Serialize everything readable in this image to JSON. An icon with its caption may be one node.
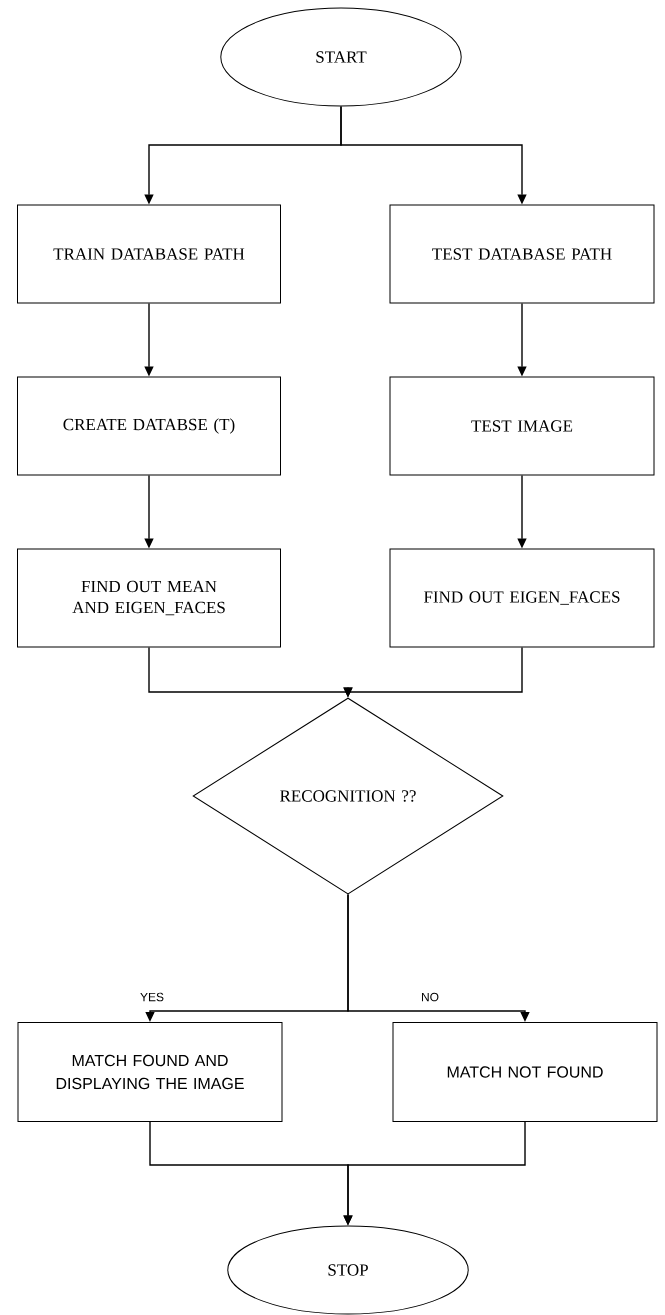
{
  "diagram": {
    "nodes": [
      {
        "text": [
          "START"
        ]
      },
      {
        "text": [
          "TRAIN DATABASE PATH"
        ]
      },
      {
        "text": [
          "TEST DATABASE PATH"
        ]
      },
      {
        "text": [
          "CREATE DATABSE (T)"
        ]
      },
      {
        "text": [
          "TEST IMAGE"
        ]
      },
      {
        "text": [
          "FIND OUT MEAN AND EIGEN_FACES"
        ]
      },
      {
        "text": [
          "FIND OUT EIGEN_FACES"
        ]
      },
      {
        "text": [
          "RECOGNITION ??"
        ]
      },
      {
        "text": [
          "MATCH FOUND AND DISPLAYING THE IMAGE"
        ]
      },
      {
        "text": [
          "MATCH NOT FOUND"
        ]
      },
      {
        "text": [
          "STOP"
        ]
      }
    ],
    "edges": [
      {
        "from": 0,
        "to": 1,
        "arrow": "to"
      },
      {
        "from": 0,
        "to": 2,
        "arrow": "to"
      },
      {
        "from": 1,
        "to": 3,
        "arrow": "to"
      },
      {
        "from": 2,
        "to": 4,
        "arrow": "to"
      },
      {
        "from": 3,
        "to": 5,
        "arrow": "to"
      },
      {
        "from": 4,
        "to": 6,
        "arrow": "to"
      },
      {
        "from": 5,
        "to": 7,
        "arrow": "to"
      },
      {
        "from": 6,
        "to": 7,
        "arrow": "to"
      },
      {
        "from": 7,
        "to": 8,
        "arrow": "to",
        "label": "YES"
      },
      {
        "from": 7,
        "to": 9,
        "arrow": "to",
        "label": "NO"
      },
      {
        "from": 8,
        "to": 10,
        "arrow": "to"
      },
      {
        "from": 9,
        "to": 10,
        "arrow": "to"
      }
    ]
  }
}
